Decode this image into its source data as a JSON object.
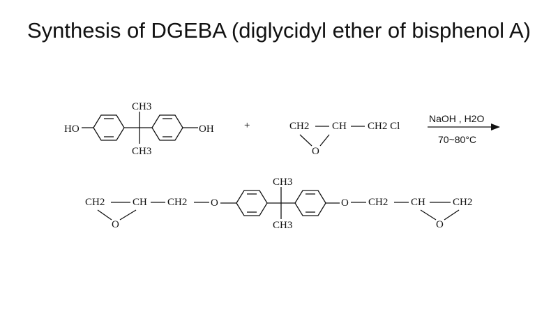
{
  "title": "Synthesis of DGEBA (diglycidyl ether of bisphenol A)",
  "reactant_1": {
    "left_group": "HO",
    "right_group": "OH",
    "top_methyl": "CH3",
    "bottom_methyl": "CH3"
  },
  "plus_sign": "+",
  "reactant_2": {
    "ch2": "CH2",
    "ch": "CH",
    "ch2cl": "CH2 Cl",
    "oxygen": "O"
  },
  "conditions": {
    "reagents": "NaOH , H2O",
    "temperature": "70~80°C"
  },
  "product": {
    "left_ch2": "CH2",
    "left_ch": "CH",
    "left_linker_ch2": "CH2",
    "left_ether_o": "O",
    "left_epoxide_o": "O",
    "top_methyl": "CH3",
    "bottom_methyl": "CH3",
    "right_ether_o": "O",
    "right_linker_ch2": "CH2",
    "right_ch": "CH",
    "right_ch2": "CH2",
    "right_epoxide_o": "O"
  }
}
